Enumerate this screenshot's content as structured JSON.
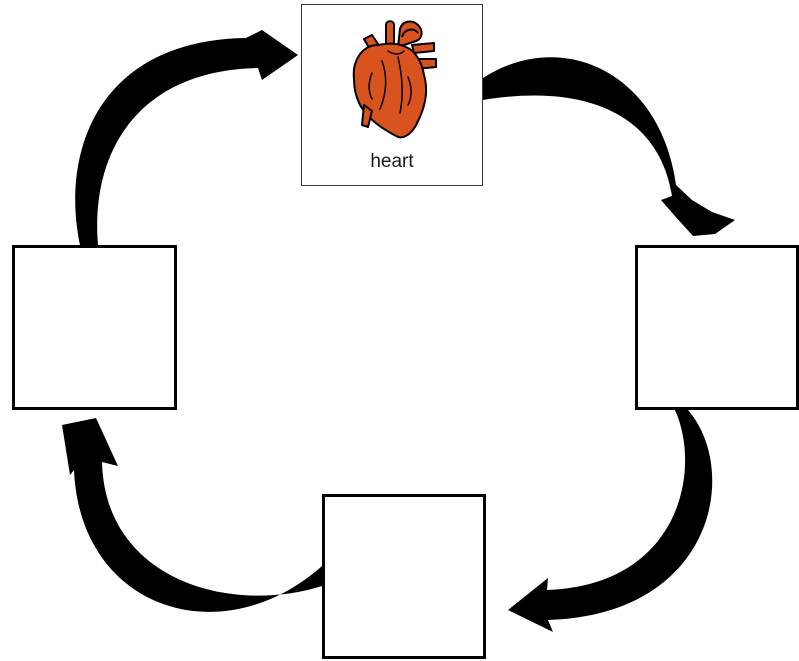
{
  "diagram": {
    "type": "cycle",
    "arrow_color": "#000000",
    "heart_color": "#d9531e",
    "boxes": [
      {
        "position": "top",
        "label": "heart",
        "has_picture": true,
        "picture": "heart-icon"
      },
      {
        "position": "right",
        "label": "",
        "has_picture": false
      },
      {
        "position": "bottom",
        "label": "",
        "has_picture": false
      },
      {
        "position": "left",
        "label": "",
        "has_picture": false
      }
    ],
    "arrows": [
      {
        "from": "top",
        "to": "right"
      },
      {
        "from": "right",
        "to": "bottom"
      },
      {
        "from": "bottom",
        "to": "left"
      },
      {
        "from": "left",
        "to": "top"
      }
    ]
  }
}
